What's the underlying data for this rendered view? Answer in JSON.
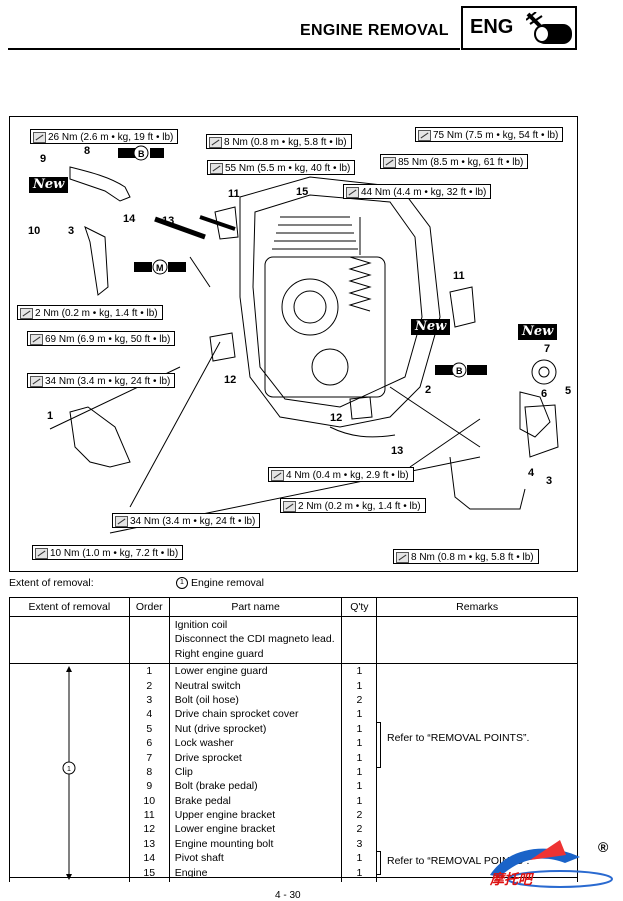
{
  "header": {
    "title": "ENGINE REMOVAL",
    "badge": "ENG"
  },
  "diagram": {
    "torque_labels": [
      {
        "id": "t26",
        "text": "26 Nm (2.6 m • kg, 19 ft • lb)"
      },
      {
        "id": "t8a",
        "text": "8 Nm (0.8 m • kg, 5.8 ft • lb)"
      },
      {
        "id": "t75",
        "text": "75 Nm (7.5 m • kg, 54 ft • lb)"
      },
      {
        "id": "t55",
        "text": "55 Nm (5.5 m • kg, 40 ft • lb)"
      },
      {
        "id": "t85",
        "text": "85 Nm (8.5 m • kg, 61 ft • lb)"
      },
      {
        "id": "t44",
        "text": "44 Nm (4.4 m • kg, 32 ft • lb)"
      },
      {
        "id": "t2a",
        "text": "2 Nm (0.2 m • kg, 1.4 ft • lb)"
      },
      {
        "id": "t69",
        "text": "69 Nm (6.9 m • kg, 50 ft • lb)"
      },
      {
        "id": "t34a",
        "text": "34 Nm (3.4 m • kg, 24 ft • lb)"
      },
      {
        "id": "t4",
        "text": "4 Nm (0.4 m • kg, 2.9 ft • lb)"
      },
      {
        "id": "t2b",
        "text": "2 Nm (0.2 m • kg, 1.4 ft • lb)"
      },
      {
        "id": "t34b",
        "text": "34 Nm (3.4 m • kg, 24 ft • lb)"
      },
      {
        "id": "t10",
        "text": "10 Nm (1.0 m • kg, 7.2 ft • lb)"
      },
      {
        "id": "t8b",
        "text": "8 Nm (0.8 m • kg, 5.8 ft • lb)"
      }
    ],
    "callouts": [
      "9",
      "8",
      "10",
      "3",
      "14",
      "13",
      "11",
      "15",
      "11",
      "7",
      "6",
      "5",
      "2",
      "12",
      "12",
      "13",
      "1",
      "4",
      "3"
    ],
    "new_label": "New",
    "lube_b": "B",
    "lube_m": "M"
  },
  "legend": {
    "extent_label": "Extent of removal:",
    "circle_num": "①",
    "circle_text": "Engine removal"
  },
  "table": {
    "headers": [
      "Extent of removal",
      "Order",
      "Part name",
      "Q'ty",
      "Remarks"
    ],
    "prelim": [
      "Ignition coil",
      "Disconnect the CDI magneto lead.",
      "Right engine guard"
    ],
    "extent_mark": "①",
    "rows": [
      {
        "order": "1",
        "part": "Lower engine guard",
        "qty": "1"
      },
      {
        "order": "2",
        "part": "Neutral switch",
        "qty": "1"
      },
      {
        "order": "3",
        "part": "Bolt (oil hose)",
        "qty": "2"
      },
      {
        "order": "4",
        "part": "Drive chain sprocket cover",
        "qty": "1"
      },
      {
        "order": "5",
        "part": "Nut (drive sprocket)",
        "qty": "1"
      },
      {
        "order": "6",
        "part": "Lock washer",
        "qty": "1"
      },
      {
        "order": "7",
        "part": "Drive sprocket",
        "qty": "1"
      },
      {
        "order": "8",
        "part": "Clip",
        "qty": "1"
      },
      {
        "order": "9",
        "part": "Bolt (brake pedal)",
        "qty": "1"
      },
      {
        "order": "10",
        "part": "Brake pedal",
        "qty": "1"
      },
      {
        "order": "11",
        "part": "Upper engine bracket",
        "qty": "2"
      },
      {
        "order": "12",
        "part": "Lower engine bracket",
        "qty": "2"
      },
      {
        "order": "13",
        "part": "Engine mounting bolt",
        "qty": "3"
      },
      {
        "order": "14",
        "part": "Pivot shaft",
        "qty": "1"
      },
      {
        "order": "15",
        "part": "Engine",
        "qty": "1"
      }
    ],
    "remark_a": "Refer to “REMOVAL POINTS”.",
    "remark_b": "Refer to “REMOVAL POINTS”."
  },
  "footer": {
    "page": "4 - 30"
  },
  "logo": {
    "text": "摩托吧",
    "mark": "®"
  }
}
